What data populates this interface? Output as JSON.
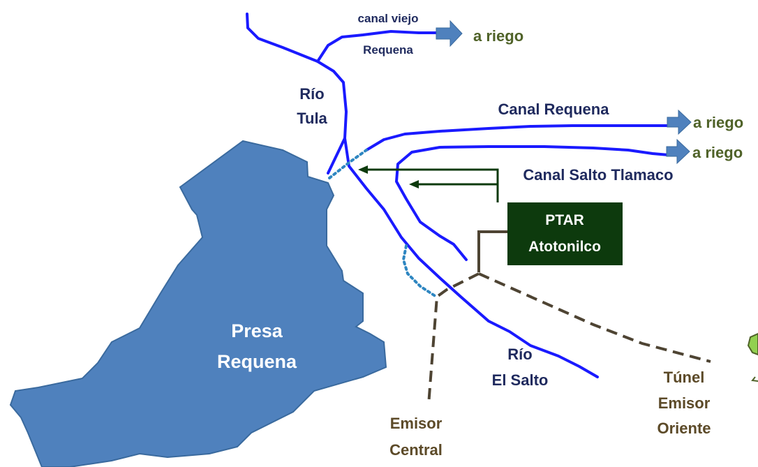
{
  "labels": {
    "canal_viejo_line1": "canal viejo",
    "canal_viejo_line2": "Requena",
    "riego_top": "a riego",
    "rio_tula_line1": "Río",
    "rio_tula_line2": "Tula",
    "canal_requena": "Canal Requena",
    "riego_requena": "a riego",
    "riego_salto": "a riego",
    "canal_salto_tlamaco": "Canal Salto Tlamaco",
    "ptar_line1": "PTAR",
    "ptar_line2": "Atotonilco",
    "presa_line1": "Presa",
    "presa_line2": "Requena",
    "rio_salto_line1": "Río",
    "rio_salto_line2": "El Salto",
    "emisor_central_line1": "Emisor",
    "emisor_central_line2": "Central",
    "tunel_line1": "Túnel",
    "tunel_line2": "Emisor",
    "tunel_line3": "Oriente"
  },
  "colors": {
    "river": "#1a1aff",
    "reservoir": "#4f81bd",
    "reservoir_border": "#3a6a9e",
    "arrow": "#4f81bd",
    "ptar_box": "#0d3a0d",
    "ptar_text": "#ffffff",
    "treated_water_line": "#0d3a0d",
    "emisor_line": "#4e4433",
    "dotted_link": "#2e86c1",
    "label_blue": "#1f2a5e",
    "label_green": "#4f6228",
    "label_brown": "#5c4a28",
    "label_white": "#ffffff"
  }
}
